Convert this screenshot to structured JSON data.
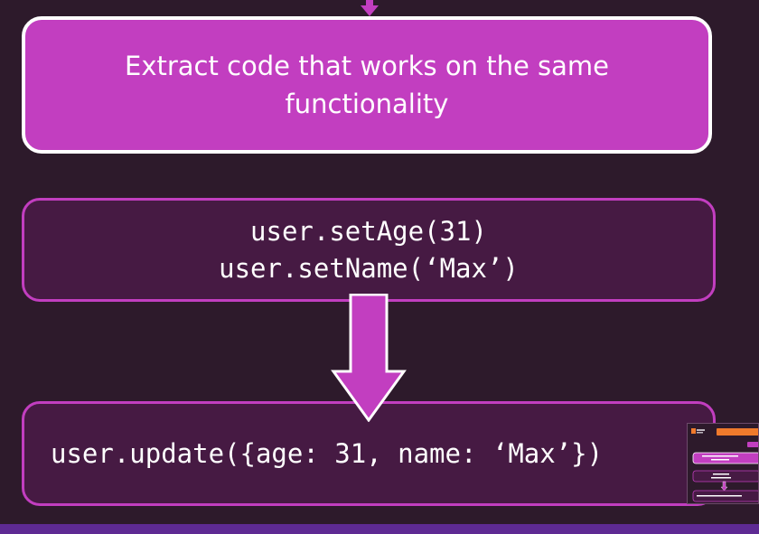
{
  "diagram": {
    "title_box": {
      "line1": "Extract code that works on the same",
      "line2": "functionality"
    },
    "before_code": {
      "line1": "user.setAge(31)",
      "line2": "user.setName(‘Max’)"
    },
    "after_code": {
      "line1": "user.update({age: 31, name: ‘Max’})"
    }
  },
  "thumbnail": {
    "icon": "slide-thumbnail-icon"
  },
  "colors": {
    "background": "#2d1a2b",
    "accent": "#c23ec0",
    "code_box_fill": "#461a43",
    "bottom_bar": "#5e2a93",
    "text": "#ffffff"
  }
}
